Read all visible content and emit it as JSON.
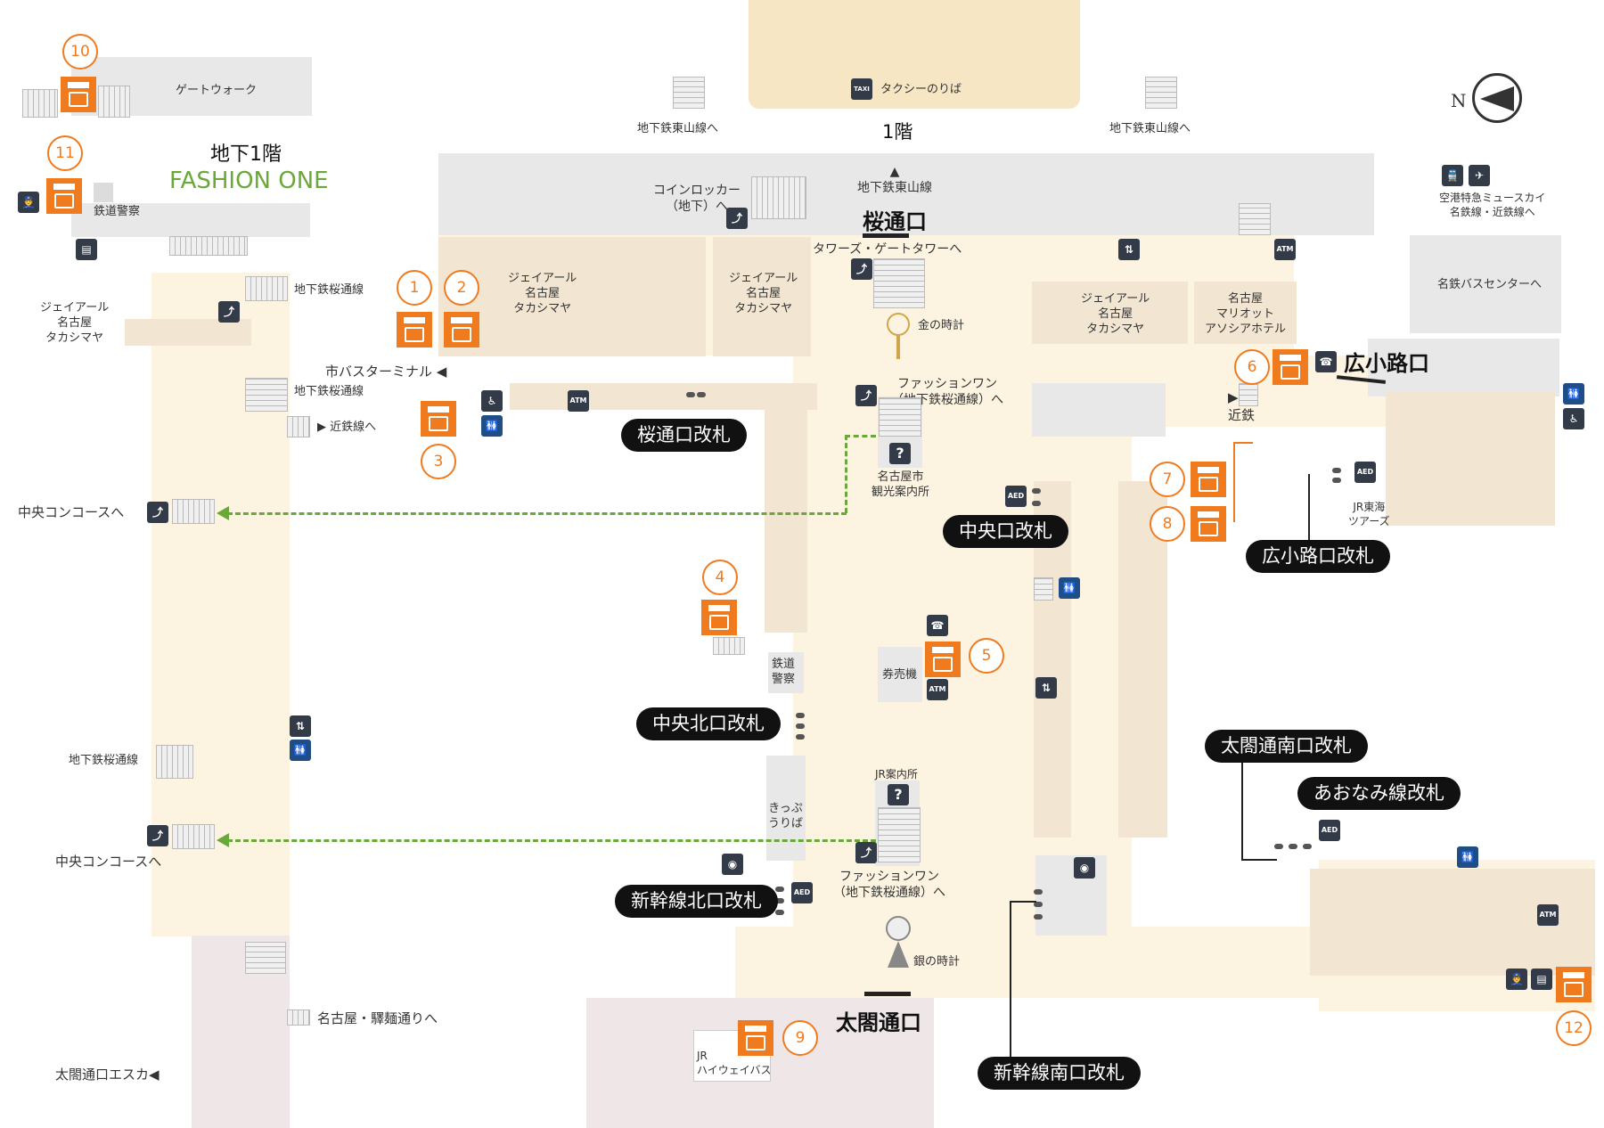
{
  "floor_1": {
    "label": "1階",
    "taxi": "タクシーのりば",
    "subway_left": "地下鉄東山線へ",
    "subway_right": "地下鉄東山線へ"
  },
  "floor_b1": {
    "label": "地下1階",
    "sub": "FASHION ONE"
  },
  "compass": {
    "letter": "N"
  },
  "exits": {
    "sakura": "桜通口",
    "hirokoji": "広小路口",
    "taiko": "太閤通口"
  },
  "gates": {
    "sakura": "桜通口改札",
    "chuo": "中央口改札",
    "hirokoji": "広小路口改札",
    "chuo_kita": "中央北口改札",
    "taiko_minami": "太閤通南口改札",
    "aonami": "あおなみ線改札",
    "shinkansen_kita": "新幹線北口改札",
    "shinkansen_minami": "新幹線南口改札"
  },
  "labels": {
    "gate_walk": "ゲートウォーク",
    "railway_police_left": "鉄道警察",
    "takashimaya_left": "ジェイアール\n名古屋\nタカシマヤ",
    "subway_sakura_1": "地下鉄桜通線",
    "subway_sakura_2": "地下鉄桜通線",
    "subway_sakura_3": "地下鉄桜通線",
    "kintetsu_to": "▶ 近鉄線へ",
    "central_to_1": "中央コンコースへ",
    "central_to_2": "中央コンコースへ",
    "meieki_ramen": "名古屋・驛麺通りへ",
    "taiko_esca": "太閤通口エスカ◀",
    "coin_locker": "コインロッカー\n（地下）へ",
    "subway_higashiyama": "▲\n地下鉄東山線",
    "towers": "タワーズ・ゲートタワーへ",
    "takashimaya_a": "ジェイアール\n名古屋\nタカシマヤ",
    "takashimaya_b": "ジェイアール\n名古屋\nタカシマヤ",
    "takashimaya_c": "ジェイアール\n名古屋\nタカシマヤ",
    "marriott": "名古屋\nマリオット\nアソシアホテル",
    "gold_clock": "金の時計",
    "city_bus": "市バスターミナル ◀",
    "fashion_one_1": "ファッションワン\n（地下鉄桜通線）へ",
    "tourist_info": "名古屋市\n観光案内所",
    "kintetsu": "▶ \n近鉄",
    "airport": "空港特急ミュースカイ\n名鉄線・近鉄線へ",
    "meitetsu_bus": "名鉄バスセンターへ",
    "jr_tokai_tours": "JR東海\nツアーズ",
    "ticket_machine": "券売機",
    "railway_police_center": "鉄道\n警察",
    "jr_info": "JR案内所",
    "kippu": "きっぷ\nうりば",
    "fashion_one_2": "ファッションワン\n（地下鉄桜通線）へ",
    "silver_clock": "銀の時計",
    "jr_highway_bus": "JR\nハイウェイバス"
  },
  "lockers": [
    {
      "num": "1"
    },
    {
      "num": "2"
    },
    {
      "num": "3"
    },
    {
      "num": "4"
    },
    {
      "num": "5"
    },
    {
      "num": "6"
    },
    {
      "num": "7"
    },
    {
      "num": "8"
    },
    {
      "num": "9"
    },
    {
      "num": "10"
    },
    {
      "num": "11"
    },
    {
      "num": "12"
    }
  ],
  "icons": {
    "atm": "¥\nATM",
    "aed": "AED",
    "tel": "☎",
    "toilet": "🚻",
    "wheelchair": "♿",
    "info": "?",
    "taxi": "TAXI"
  },
  "colors": {
    "locker": "#f07a1e",
    "dash_route": "#6aa83a",
    "fashion_one": "#6aa83a"
  }
}
